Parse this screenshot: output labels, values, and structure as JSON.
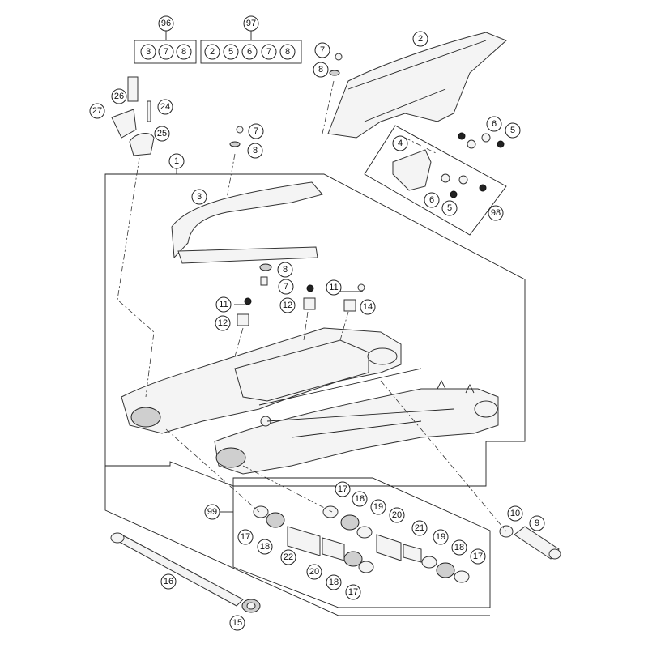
{
  "diagram": {
    "callouts": {
      "c1": "1",
      "c2": "2",
      "c3": "3",
      "c4": "4",
      "c5a": "5",
      "c5b": "5",
      "c6a": "6",
      "c6b": "6",
      "c7a": "7",
      "c7b": "7",
      "c7c": "7",
      "c8a": "8",
      "c8b": "8",
      "c8c": "8",
      "c9": "9",
      "c10": "10",
      "c11a": "11",
      "c11b": "11",
      "c12a": "12",
      "c12b": "12",
      "c14": "14",
      "c15": "15",
      "c16": "16",
      "c17a": "17",
      "c17b": "17",
      "c17c": "17",
      "c17d": "17",
      "c18a": "18",
      "c18b": "18",
      "c18c": "18",
      "c18d": "18",
      "c19a": "19",
      "c19b": "19",
      "c20a": "20",
      "c20b": "20",
      "c21": "21",
      "c22": "22",
      "c24": "24",
      "c25": "25",
      "c26": "26",
      "c27": "27",
      "c96": "96",
      "c97": "97",
      "c98": "98",
      "c99": "99"
    },
    "kit96": [
      "3",
      "7",
      "8"
    ],
    "kit97": [
      "2",
      "5",
      "6",
      "7",
      "8"
    ]
  }
}
